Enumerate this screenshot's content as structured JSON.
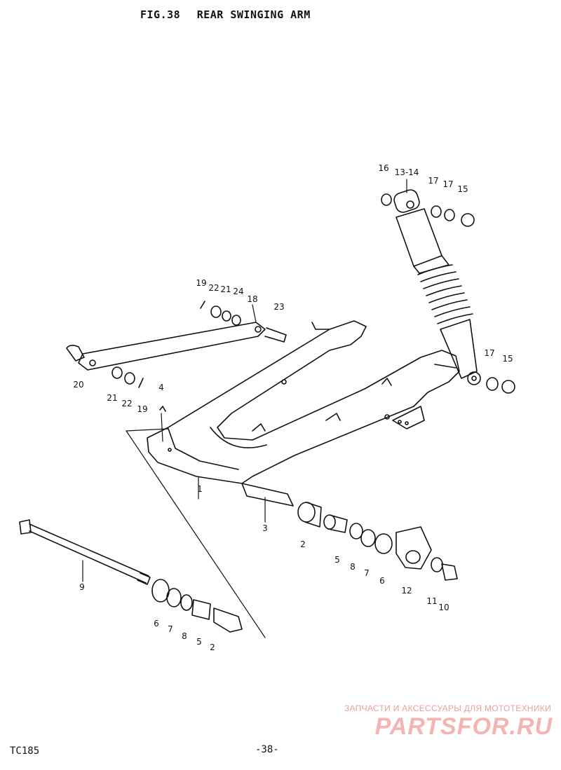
{
  "header": {
    "fig": "FIG.38",
    "title": "REAR SWINGING ARM"
  },
  "labels": {
    "l1": "1",
    "l2a": "2",
    "l2b": "2",
    "l3": "3",
    "l4": "4",
    "l5a": "5",
    "l5b": "5",
    "l6a": "6",
    "l6b": "6",
    "l7a": "7",
    "l7b": "7",
    "l8a": "8",
    "l8b": "8",
    "l9": "9",
    "l10": "10",
    "l11": "11",
    "l12": "12",
    "l1314": "13-14",
    "l15a": "15",
    "l15b": "15",
    "l16": "16",
    "l17a": "17",
    "l17b": "17",
    "l17c": "17",
    "l18": "18",
    "l19a": "19",
    "l19b": "19",
    "l20": "20",
    "l21a": "21",
    "l21b": "21",
    "l22a": "22",
    "l22b": "22",
    "l23": "23",
    "l24": "24"
  },
  "footer": {
    "model": "TC185",
    "page": "-38-"
  },
  "watermark": {
    "tagline": "ЗАПЧАСТИ И АКСЕССУАРЫ ДЛЯ МОТОТЕХНИКИ",
    "brand": "PARTSFOR.RU"
  }
}
